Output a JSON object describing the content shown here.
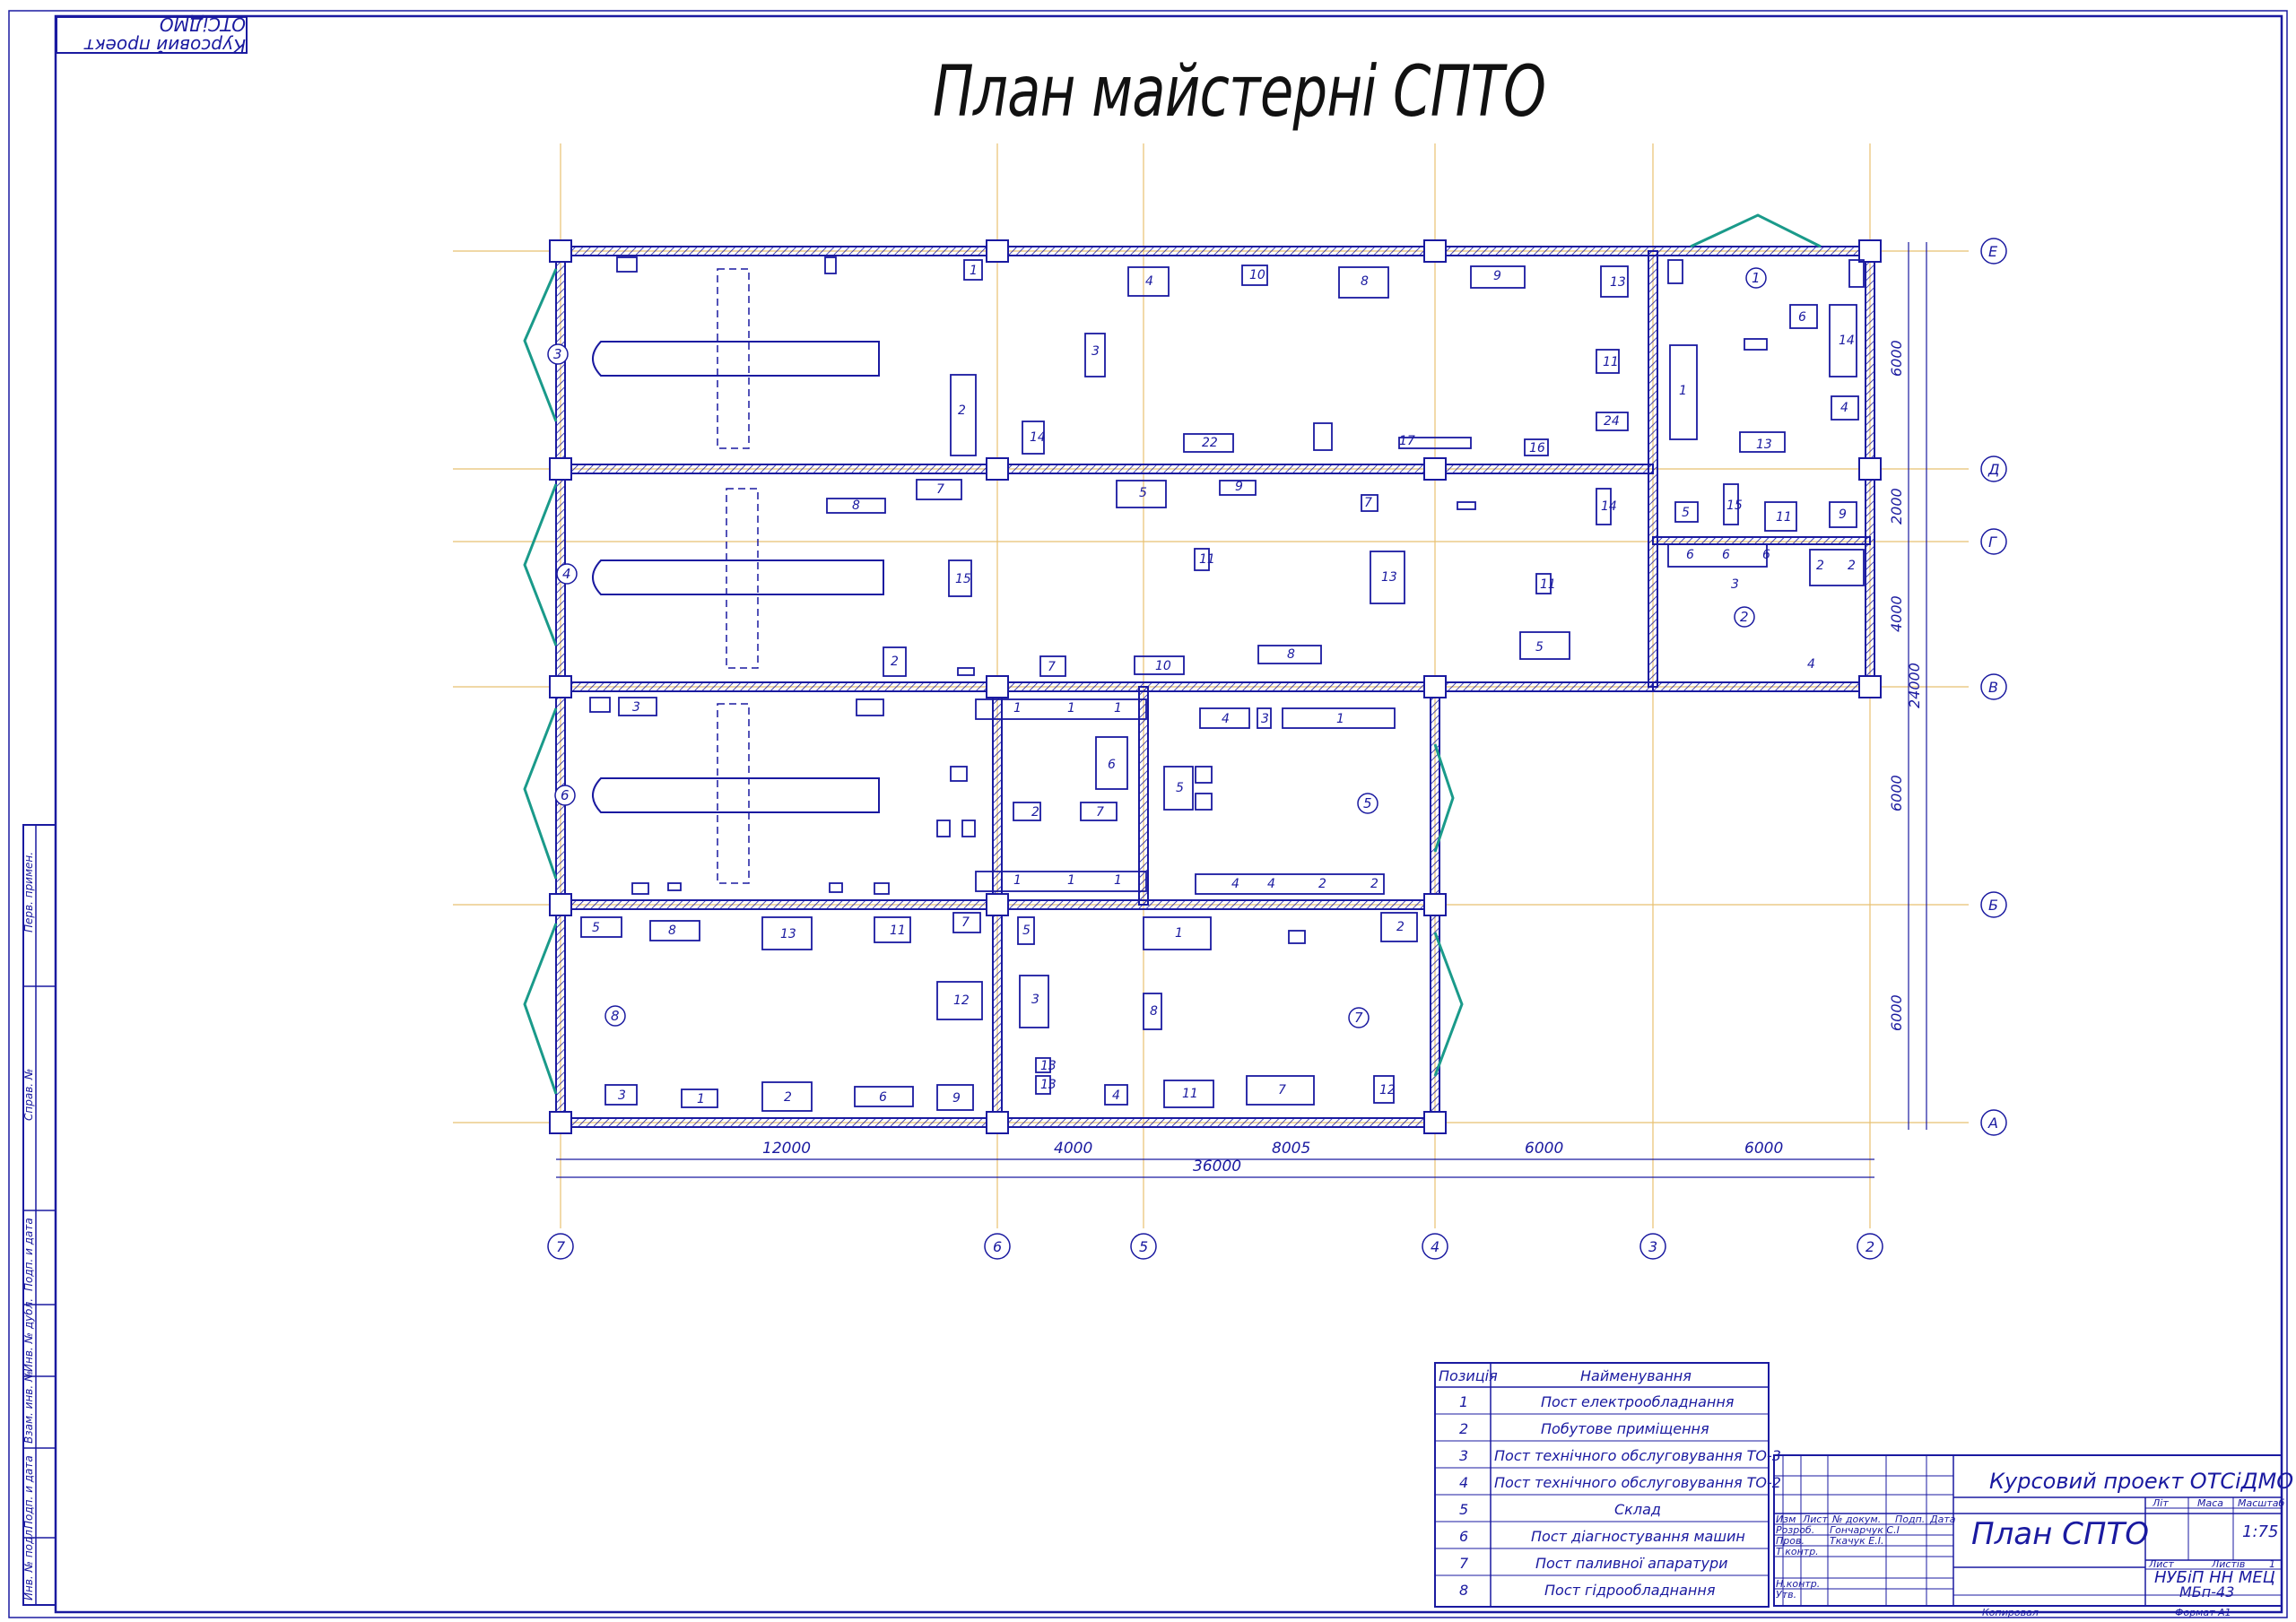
{
  "drawing": {
    "title": "План майстерні СПТО",
    "corner_stamp": "Курсовий проект ОТСіДМО",
    "dimensions": {
      "bottom": [
        "12000",
        "4000",
        "8005",
        "6000",
        "6000"
      ],
      "total": "36000",
      "right": [
        "6000",
        "2000",
        "4000",
        "6000",
        "6000"
      ],
      "right_total": "24000"
    },
    "axes_x": [
      "7",
      "6",
      "5",
      "4",
      "3",
      "2"
    ],
    "axes_y": [
      "Е",
      "Д",
      "Г",
      "В",
      "Б",
      "А"
    ],
    "room_numbers": [
      "1",
      "2",
      "3",
      "4",
      "5",
      "6",
      "7",
      "8"
    ]
  },
  "legend": {
    "header_pos": "Позиція",
    "header_name": "Найменування",
    "rows": [
      {
        "pos": "1",
        "name": "Пост електрообладнання"
      },
      {
        "pos": "2",
        "name": "Побутове приміщення"
      },
      {
        "pos": "3",
        "name": "Пост технічного обслуговування ТО-3"
      },
      {
        "pos": "4",
        "name": "Пост технічного обслуговування ТО-2"
      },
      {
        "pos": "5",
        "name": "Склад"
      },
      {
        "pos": "6",
        "name": "Пост діагностування машин"
      },
      {
        "pos": "7",
        "name": "Пост паливної апаратури"
      },
      {
        "pos": "8",
        "name": "Пост гідрообладнання"
      }
    ]
  },
  "title_block": {
    "project": "Курсовий проект ОТСіДМО",
    "sheet_name": "План СПТО",
    "lit": "Літ",
    "mass": "Маса",
    "scale_label": "Масштаб",
    "scale": "1:75",
    "sheet": "Лист",
    "sheets": "Листів",
    "sheets_count": "1",
    "org_line1": "НУБіП НН МЕЦ",
    "org_line2": "МБп-43",
    "izm": "Изм",
    "list": "Лист",
    "doc_no": "№ докум.",
    "sign": "Подп.",
    "date": "Дата",
    "roles": [
      "Розроб.",
      "Пров.",
      "Т.контр.",
      "",
      "Н.контр.",
      "Утв."
    ],
    "names": [
      "Гончарчук С.І",
      "Ткачук Е.І.",
      "",
      "",
      "",
      ""
    ],
    "copied": "Копировал",
    "format": "Формат А1"
  },
  "side_stamp": [
    "Перв. примен.",
    "Справ. №",
    "Подп. и дата",
    "Инв. № дубл.",
    "Взам. инв. №",
    "Подп. и дата",
    "Инв. № подл."
  ]
}
